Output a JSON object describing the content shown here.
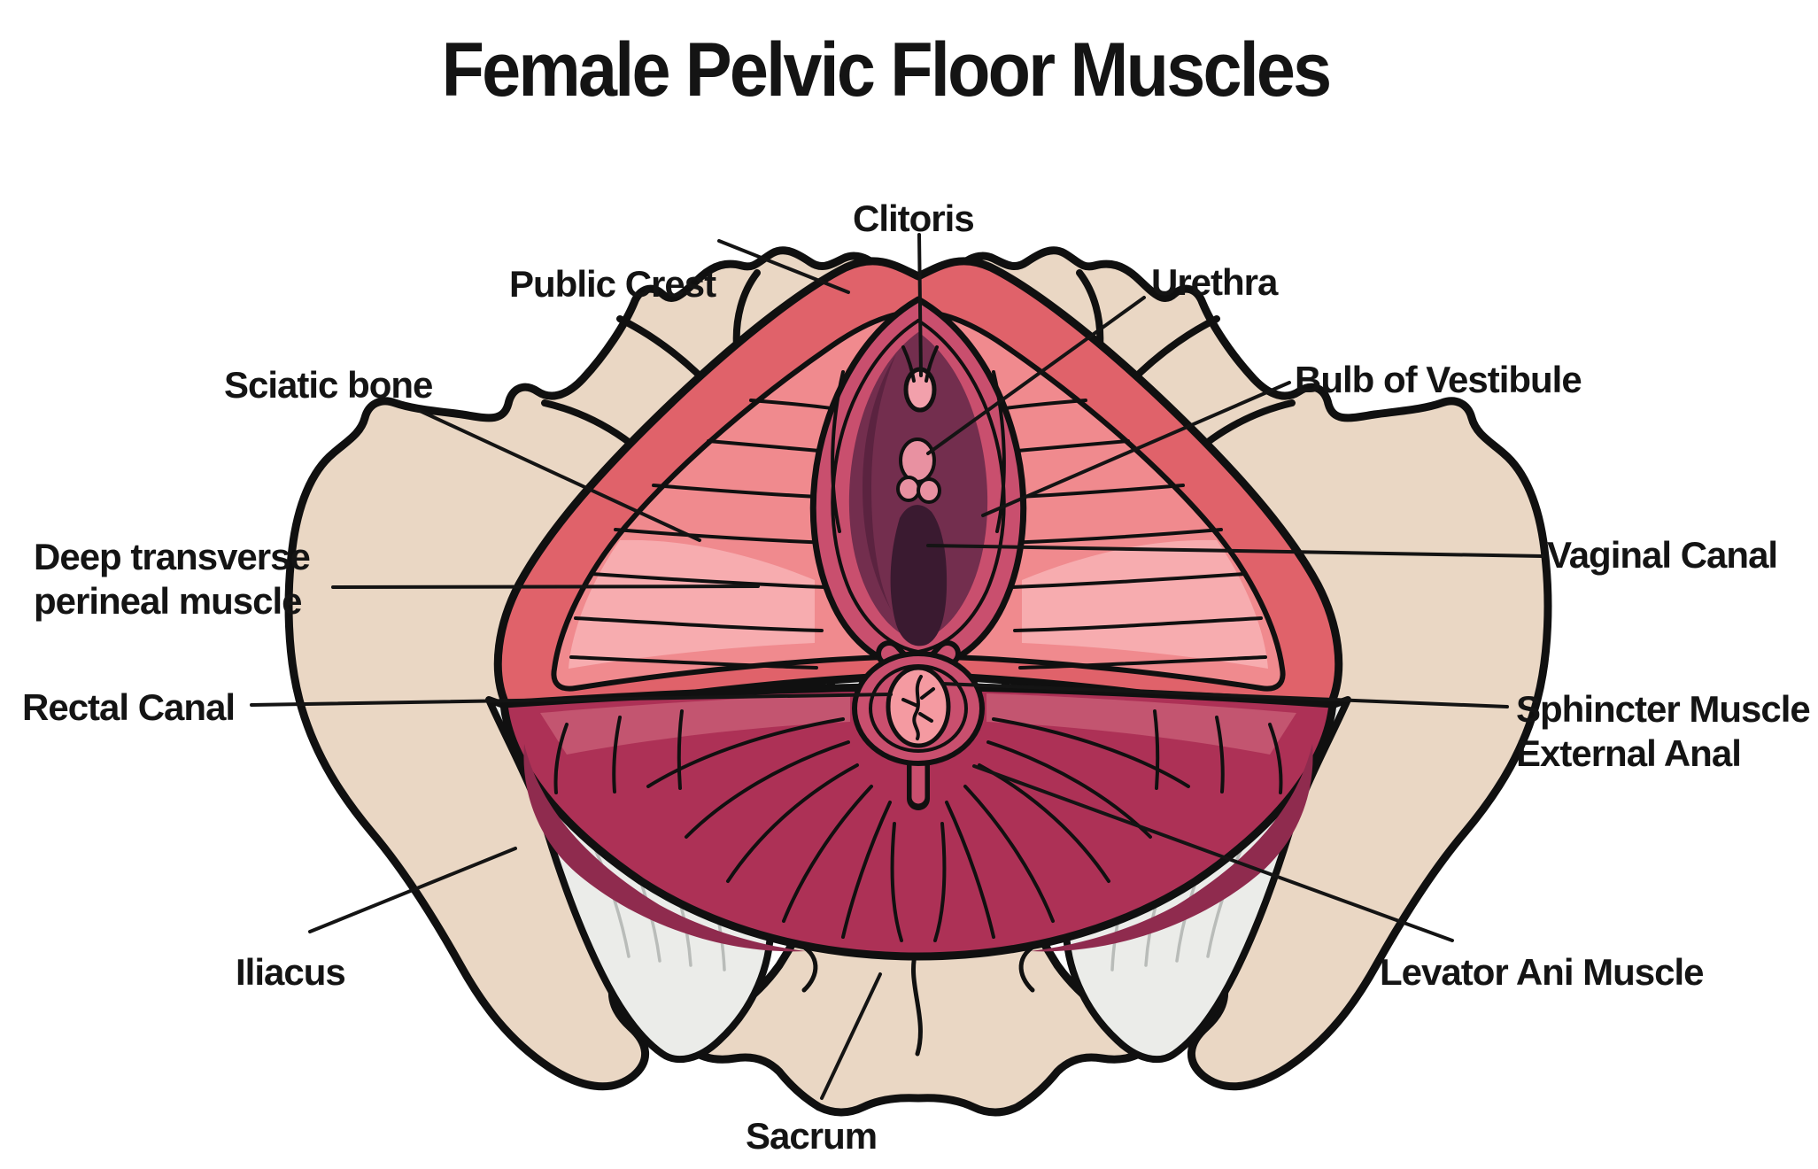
{
  "title": "Female Pelvic Floor Muscles",
  "labels": {
    "clitoris": "Clitoris",
    "public_crest": "Public Crest",
    "urethra": "Urethra",
    "sciatic_bone": "Sciatic bone",
    "bulb_of_vestibule": "Bulb of Vestibule",
    "deep_transverse_line1": "Deep transverse",
    "deep_transverse_line2": "perineal muscle",
    "vaginal_canal": "Vaginal Canal",
    "rectal_canal": "Rectal Canal",
    "sphincter_line1": "Sphincter Muscle",
    "sphincter_line2": "External Anal",
    "iliacus": "Iliacus",
    "levator_ani": "Levator Ani Muscle",
    "sacrum": "Sacrum"
  },
  "colors": {
    "background": "#FFFFFF",
    "text": "#141414",
    "outline": "#101010",
    "bone": "#EAD7C4",
    "muscle_salmon": "#E0626A",
    "muscle_light": "#F08A8E",
    "muscle_lighter": "#F7ACAF",
    "ring_rose": "#C94F6E",
    "vestibule_plum": "#732E4E",
    "vestibule_shadow": "#5B2340",
    "vaginal_dark": "#3A1A30",
    "glans_pink": "#F2A0AB",
    "urethra_pink": "#E891A1",
    "anus_pale": "#F49AA1",
    "levator_magenta": "#AD3156",
    "levator_dark": "#8F2B4E",
    "levator_light": "#C35570",
    "fascia_gray": "#EBECE9",
    "fascia_streak": "#B9BCB9"
  }
}
